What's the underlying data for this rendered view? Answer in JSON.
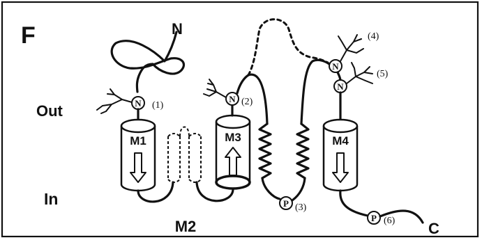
{
  "panel_letter": "F",
  "side_labels": {
    "outside": "Out",
    "inside": "In"
  },
  "termini": {
    "n": "N",
    "c": "C"
  },
  "segments": [
    "M1",
    "M2",
    "M3",
    "M4"
  ],
  "site_symbols": {
    "glycosylation": "N",
    "phosphorylation": "P"
  },
  "site_numbers": [
    "(1)",
    "(2)",
    "(3)",
    "(4)",
    "(5)",
    "(6)"
  ]
}
